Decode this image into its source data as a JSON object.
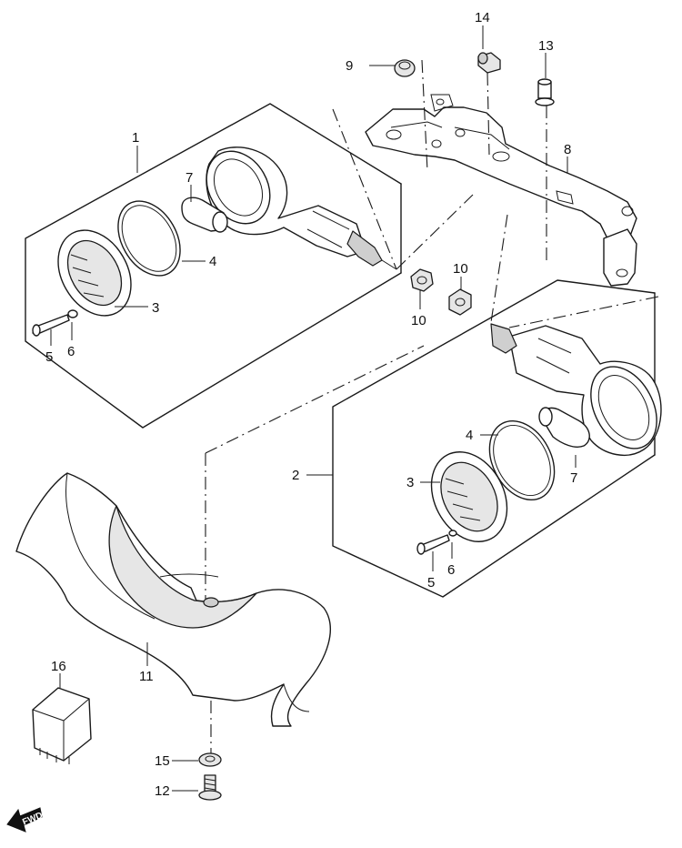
{
  "callouts": {
    "c1": "1",
    "c2": "2",
    "c3a": "3",
    "c3b": "3",
    "c4a": "4",
    "c4b": "4",
    "c5a": "5",
    "c5b": "5",
    "c6a": "6",
    "c6b": "6",
    "c7a": "7",
    "c7b": "7",
    "c8": "8",
    "c9": "9",
    "c10a": "10",
    "c10b": "10",
    "c11": "11",
    "c12": "12",
    "c13": "13",
    "c14": "14",
    "c15": "15",
    "c16": "16"
  },
  "forward_arrow": {
    "label": "FWD"
  },
  "colors": {
    "line": "#1a1a1a",
    "shade": "#e6e6e6",
    "background": "#ffffff"
  }
}
